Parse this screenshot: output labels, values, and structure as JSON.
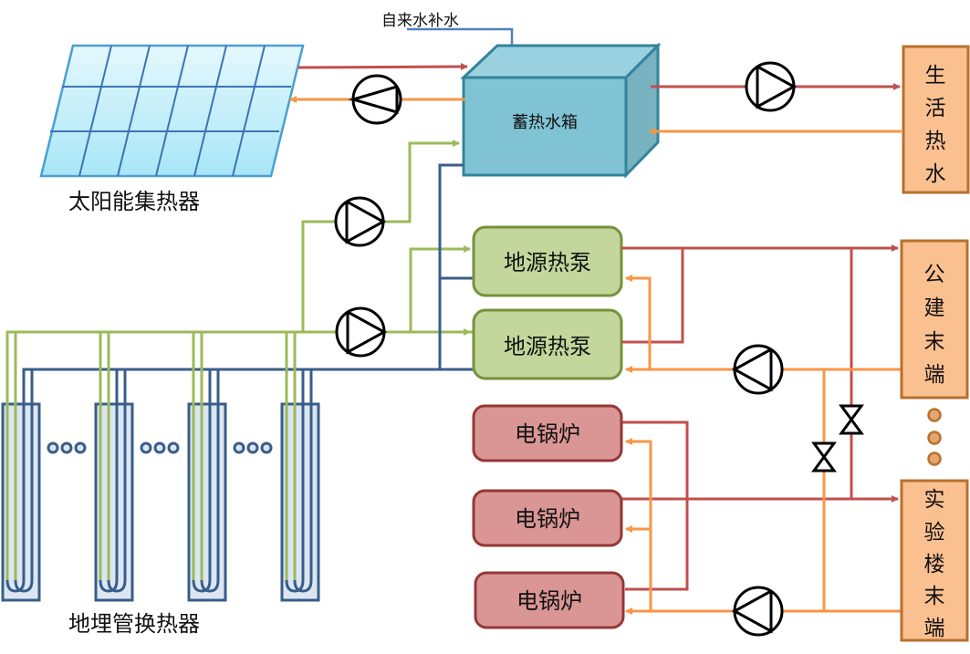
{
  "title": "太阳能-地源热泵-电锅炉复合供热系统流程图",
  "colors": {
    "hot_supply": "#c0504d",
    "return": "#f79646",
    "ground_loop_supply": "#9bbb59",
    "ground_loop_return": "#385d8a",
    "makeup_water": "#4f81bd",
    "tank_fill": "#7fc3d4",
    "heat_pump_fill": "#c3d69b",
    "boiler_fill": "#d99694",
    "terminal_fill": "#fac090"
  },
  "labels": {
    "solar_collector": "太阳能集热器",
    "makeup_water": "自来水补水",
    "storage_tank": "蓄热水箱",
    "domestic_hot_water": [
      "生",
      "活",
      "热",
      "水"
    ],
    "heat_pump_1": "地源热泵",
    "heat_pump_2": "地源热泵",
    "boiler_1": "电锅炉",
    "boiler_2": "电锅炉",
    "boiler_3": "电锅炉",
    "public_building_terminal": [
      "公",
      "建",
      "末",
      "端"
    ],
    "lab_building_terminal": [
      "实",
      "验",
      "楼",
      "末",
      "端"
    ],
    "ground_heat_exchanger": "地埋管换热器"
  },
  "components": {
    "pumps": [
      {
        "id": "solar-loop-pump",
        "direction": "left"
      },
      {
        "id": "dhw-pump",
        "direction": "right"
      },
      {
        "id": "ground-to-tank-pump",
        "direction": "right"
      },
      {
        "id": "ground-to-heatpump-pump",
        "direction": "right"
      },
      {
        "id": "public-building-return-pump",
        "direction": "left"
      },
      {
        "id": "lab-building-return-pump",
        "direction": "left"
      }
    ],
    "valves": [
      {
        "id": "supply-bypass-valve"
      },
      {
        "id": "return-bypass-valve"
      }
    ],
    "boreholes": 4,
    "ellipsis_dots": 3
  }
}
